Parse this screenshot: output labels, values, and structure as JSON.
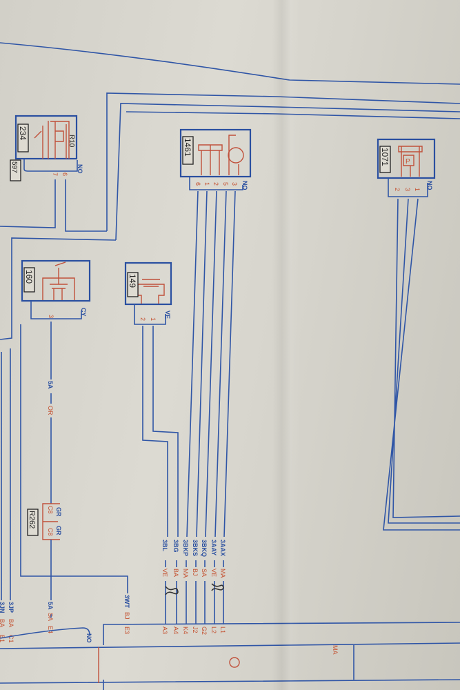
{
  "components": [
    {
      "id": "234",
      "code": "R10",
      "ref_tag": "597",
      "connector_color": "NO",
      "pins": [
        "6",
        "7"
      ]
    },
    {
      "id": "160",
      "connector_color": "CY",
      "pins": [
        "3"
      ]
    },
    {
      "id": "149",
      "connector_color": "VE",
      "pins": [
        "1",
        "2"
      ]
    },
    {
      "id": "1461",
      "connector_color": "NO",
      "pins": [
        "6",
        "1",
        "2",
        "5",
        "3"
      ]
    },
    {
      "id": "1071",
      "connector_color": "NO",
      "pins": [
        "2",
        "3",
        "1"
      ]
    }
  ],
  "splice": {
    "id": "R262",
    "top_color": "GR",
    "bottom_color": "GR",
    "top_pin": "C8",
    "bottom_pin": "C8"
  },
  "wire_160": {
    "code": "5A",
    "color": "OR"
  },
  "wire_e4": {
    "code": "5A",
    "color": "SA",
    "pin": "E4"
  },
  "wire_e3": {
    "code": "3WT",
    "color": "BJ",
    "pin": "E3"
  },
  "bundle_wires": [
    {
      "code": "3BL",
      "color": "VE",
      "pin": "A3"
    },
    {
      "code": "3BG",
      "color": "BA",
      "pin": "A4"
    },
    {
      "code": "3BKP",
      "color": "MA",
      "pin": "K4"
    },
    {
      "code": "3BKS",
      "color": "BJ",
      "pin": "J2"
    },
    {
      "code": "3BKQ",
      "color": "SA",
      "pin": "G2"
    },
    {
      "code": "3AAY",
      "color": "VE",
      "pin": "L2"
    },
    {
      "code": "3AAX",
      "color": "MA",
      "pin": "L1"
    }
  ],
  "left_wires": [
    {
      "code": "3JN",
      "color": "BA",
      "pin": "B1"
    },
    {
      "code": "3JP",
      "color": "BA",
      "pin": "C1"
    }
  ],
  "bottom_connector": {
    "left_color": "NO",
    "right_color": "MA"
  },
  "colors": {
    "wire": "#2f55a6",
    "symbol": "#c0503a",
    "paper": "#d8d6ce"
  }
}
